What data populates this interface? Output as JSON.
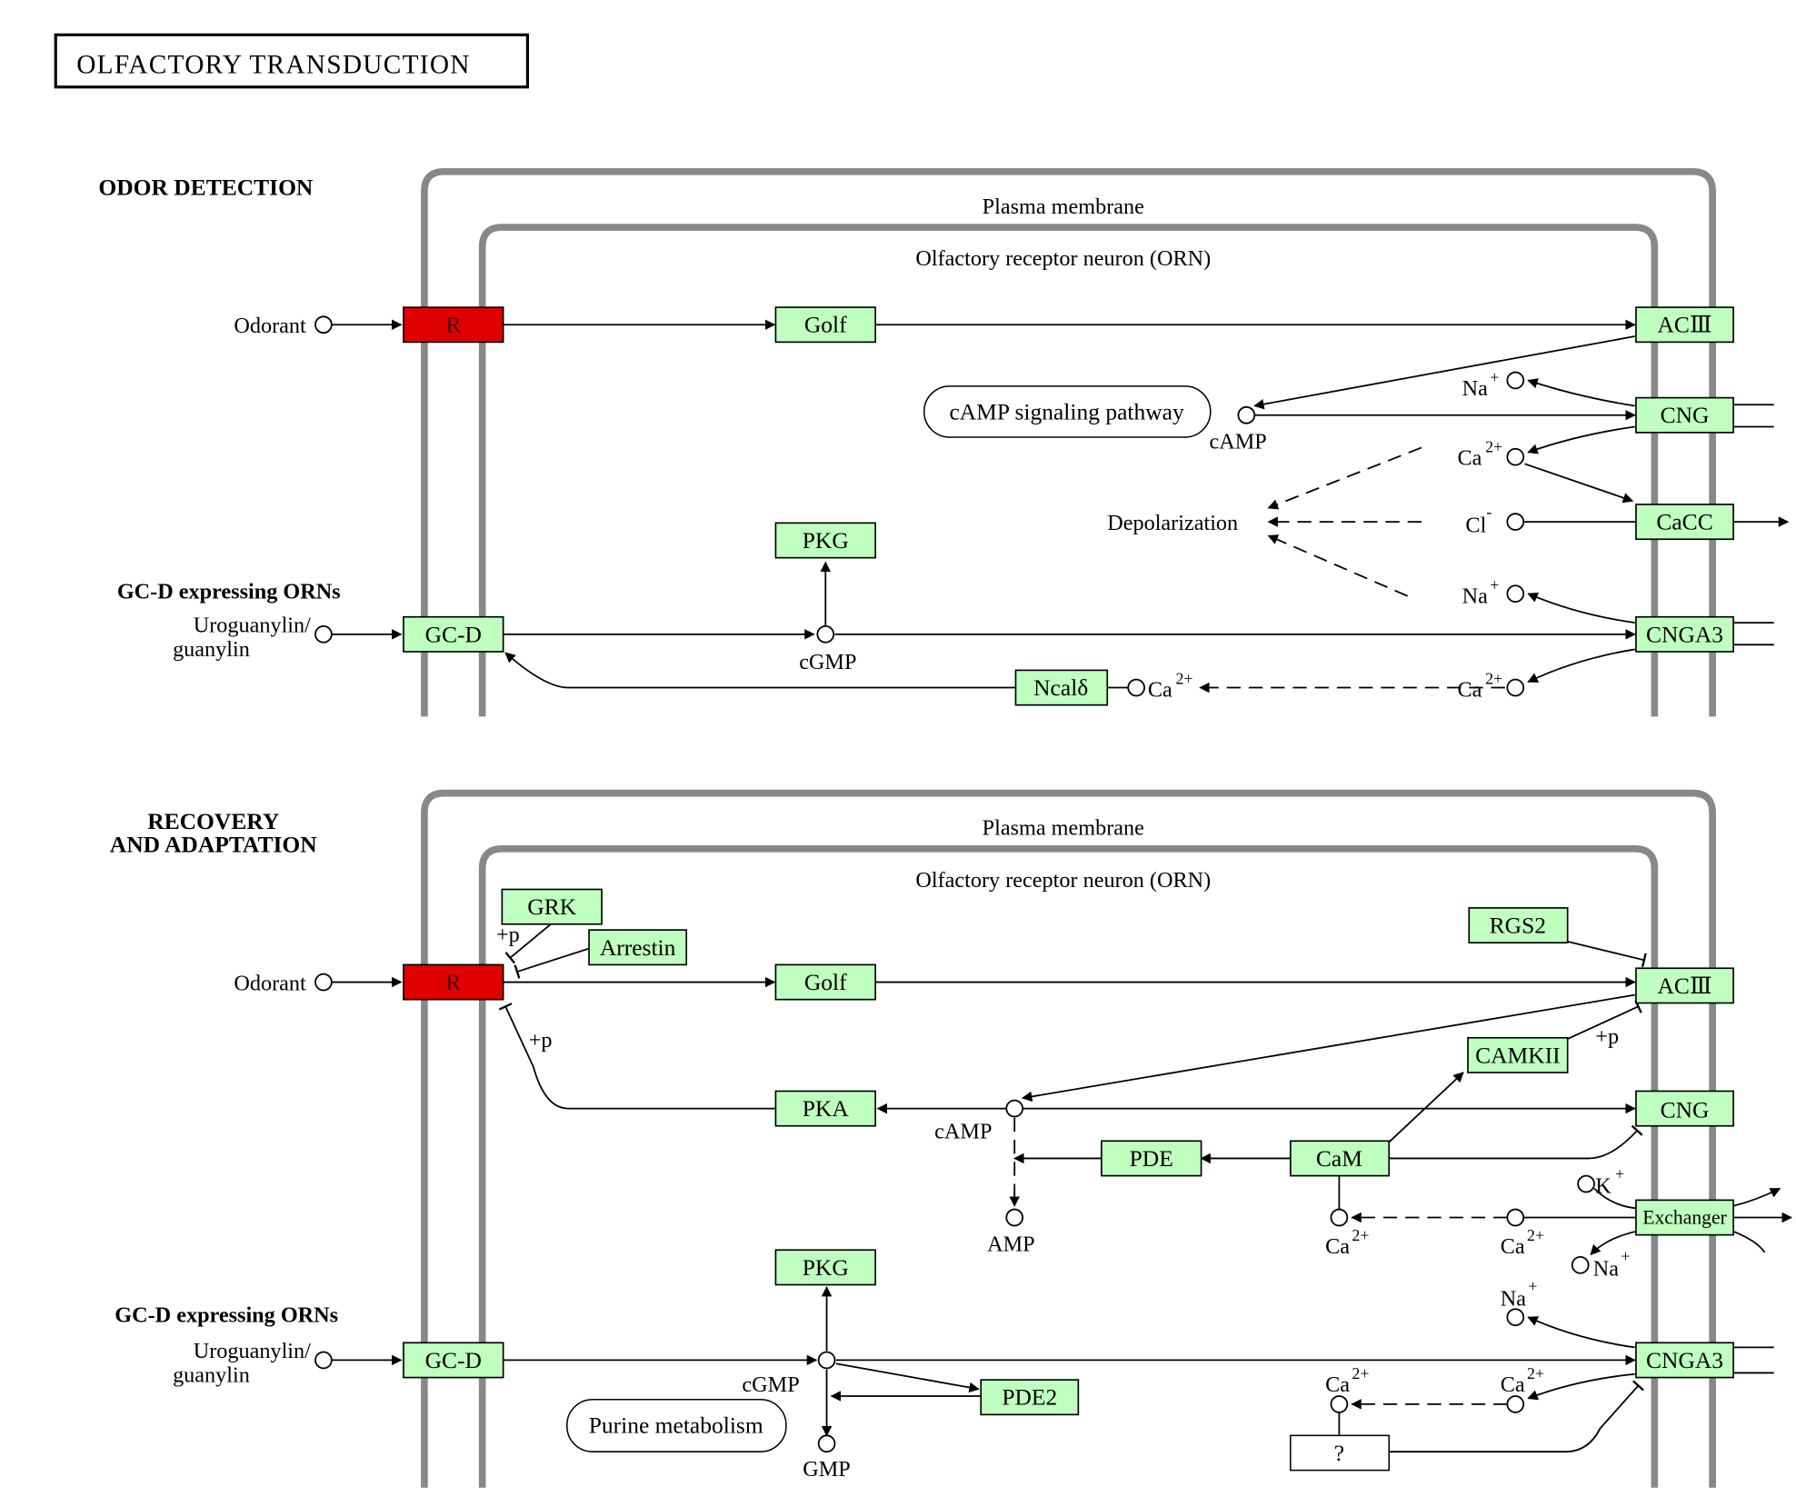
{
  "title": "OLFACTORY TRANSDUCTION",
  "colors": {
    "gene_fill": "#bfffbf",
    "highlight_fill": "#e00000",
    "membrane": "#888888"
  },
  "sections": [
    {
      "heading": "ODOR DETECTION",
      "plasma_membrane_label": "Plasma membrane",
      "orn_label": "Olfactory receptor neuron (ORN)",
      "subheading": "GC-D expressing ORNs",
      "odorant": "Odorant",
      "uroguanylin": [
        "Uroguanylin/",
        "guanylin"
      ],
      "genes": {
        "R": "R",
        "Golf": "Golf",
        "ACIII": "ACⅢ",
        "CNG": "CNG",
        "CaCC": "CaCC",
        "PKG": "PKG",
        "GCD": "GC-D",
        "CNGA3": "CNGA3",
        "Ncald": "Ncalδ"
      },
      "compounds": {
        "cAMP": "cAMP",
        "cGMP": "cGMP",
        "Na1": "Na",
        "Ca1": "Ca",
        "Cl": "Cl",
        "Na2": "Na",
        "Ca2": "Ca",
        "Ca3": "Ca"
      },
      "superscripts": {
        "Na": "+",
        "Ca": "2+",
        "Cl": "-"
      },
      "map_link": "cAMP signaling pathway",
      "depolarization": "Depolarization"
    },
    {
      "heading": [
        "RECOVERY",
        "AND ADAPTATION"
      ],
      "plasma_membrane_label": "Plasma membrane",
      "orn_label": "Olfactory receptor neuron (ORN)",
      "subheading": "GC-D expressing ORNs",
      "odorant": "Odorant",
      "uroguanylin": [
        "Uroguanylin/",
        "guanylin"
      ],
      "genes": {
        "GRK": "GRK",
        "Arrestin": "Arrestin",
        "R": "R",
        "Golf": "Golf",
        "RGS2": "RGS2",
        "ACIII": "ACⅢ",
        "CAMKII": "CAMKII",
        "PKA": "PKA",
        "CNG": "CNG",
        "PDE": "PDE",
        "CaM": "CaM",
        "Exchanger": "Exchanger",
        "PKG": "PKG",
        "GCD": "GC-D",
        "PDE2": "PDE2",
        "CNGA3": "CNGA3",
        "Unknown": "?"
      },
      "compounds": {
        "cAMP": "cAMP",
        "AMP": "AMP",
        "cGMP": "cGMP",
        "GMP": "GMP",
        "K": "K",
        "Na": "Na",
        "Ca": "Ca"
      },
      "phospho": "+p",
      "map_link": "Purine metabolism"
    }
  ]
}
